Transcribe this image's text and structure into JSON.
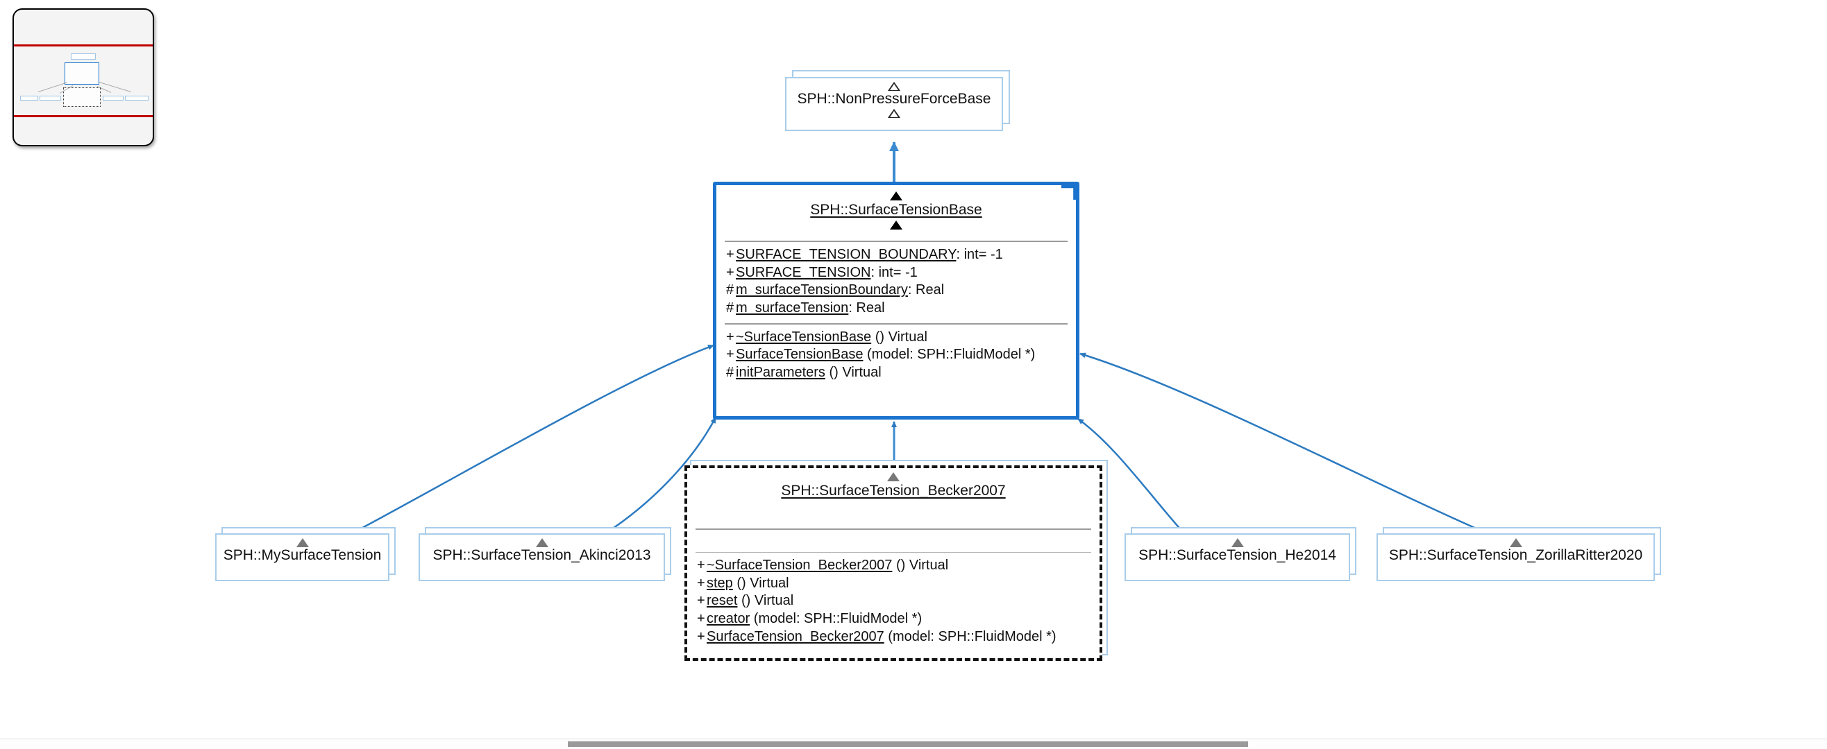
{
  "diagram": {
    "kind": "uml-class-inheritance",
    "background": "#ffffff",
    "accent_selected": "#1b73cd",
    "accent_box_border": "#a9cdea",
    "connector_color": "#2b7ac0",
    "minimap_viewport_color": "#c00000"
  },
  "nodes": {
    "non_pressure_force_base": {
      "title": "SPH::NonPressureForceBase",
      "triangle_above": "hollow-triangle-icon",
      "triangle_below": "hollow-triangle-icon"
    },
    "surface_tension_base": {
      "title": "SPH::SurfaceTensionBase",
      "triangle_above": "filled-black-triangle-icon",
      "triangle_below": "filled-black-triangle-icon",
      "attributes": [
        {
          "visibility": "+",
          "name": "SURFACE_TENSION_BOUNDARY",
          "tail": ": int= -1"
        },
        {
          "visibility": "+",
          "name": "SURFACE_TENSION",
          "tail": ": int= -1"
        },
        {
          "visibility": "#",
          "name": "m_surfaceTensionBoundary",
          "tail": ": Real"
        },
        {
          "visibility": "#",
          "name": "m_surfaceTension",
          "tail": ": Real"
        }
      ],
      "operations": [
        {
          "visibility": "+",
          "name": "~SurfaceTensionBase",
          "tail": " () Virtual"
        },
        {
          "visibility": "+",
          "name": "SurfaceTensionBase",
          "tail": " (model: SPH::FluidModel *)"
        },
        {
          "visibility": "#",
          "name": "initParameters",
          "tail": " () Virtual"
        }
      ]
    },
    "surface_tension_becker2007": {
      "title": "SPH::SurfaceTension_Becker2007",
      "triangle_above": "filled-gray-triangle-icon",
      "attributes": [],
      "operations": [
        {
          "visibility": "+",
          "name": "~SurfaceTension_Becker2007",
          "tail": " () Virtual"
        },
        {
          "visibility": "+",
          "name": "step",
          "tail": " () Virtual"
        },
        {
          "visibility": "+",
          "name": "reset",
          "tail": " () Virtual"
        },
        {
          "visibility": "+",
          "name": "creator",
          "tail": " (model: SPH::FluidModel *)"
        },
        {
          "visibility": "+",
          "name": "SurfaceTension_Becker2007",
          "tail": " (model: SPH::FluidModel *)"
        }
      ]
    },
    "my_surface_tension": {
      "title": "SPH::MySurfaceTension",
      "triangle_above": "filled-gray-triangle-icon"
    },
    "surface_tension_akinci2013": {
      "title": "SPH::SurfaceTension_Akinci2013",
      "triangle_above": "filled-gray-triangle-icon"
    },
    "surface_tension_he2014": {
      "title": "SPH::SurfaceTension_He2014",
      "triangle_above": "filled-gray-triangle-icon"
    },
    "surface_tension_zorillaritter2020": {
      "title": "SPH::SurfaceTension_ZorillaRitter2020",
      "triangle_above": "filled-gray-triangle-icon"
    }
  },
  "edges": [
    {
      "from": "surface_tension_base",
      "to": "non_pressure_force_base",
      "style": "generalization"
    },
    {
      "from": "my_surface_tension",
      "to": "surface_tension_base",
      "style": "generalization"
    },
    {
      "from": "surface_tension_akinci2013",
      "to": "surface_tension_base",
      "style": "generalization"
    },
    {
      "from": "surface_tension_becker2007",
      "to": "surface_tension_base",
      "style": "generalization"
    },
    {
      "from": "surface_tension_he2014",
      "to": "surface_tension_base",
      "style": "generalization"
    },
    {
      "from": "surface_tension_zorillaritter2020",
      "to": "surface_tension_base",
      "style": "generalization"
    }
  ],
  "minimap": {
    "name": "diagram-overview-minimap"
  },
  "scrollbar": {
    "name": "horizontal-scrollbar"
  }
}
